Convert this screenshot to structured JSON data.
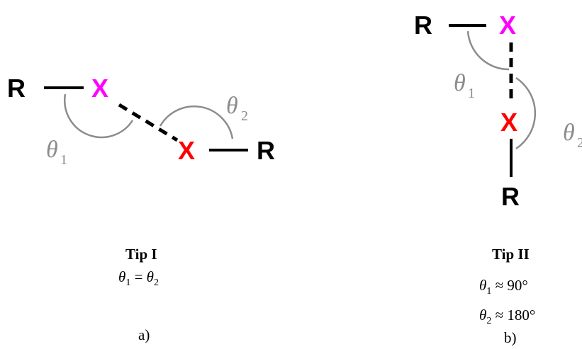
{
  "colors": {
    "r_atom": "#000000",
    "x_magenta": "#ff00ff",
    "x_red": "#ff0000",
    "angle_gray": "#8c8c8c",
    "bond": "#000000"
  },
  "atoms": {
    "r": "R",
    "x": "X"
  },
  "angles": {
    "theta": "θ",
    "sub1": "1",
    "sub2": "2"
  },
  "panel_a": {
    "title": "Tip I",
    "eq_theta1": "θ",
    "eq_sub1": "1",
    "eq_rel": " = ",
    "eq_theta2": "θ",
    "eq_sub2": "2",
    "label": "a)"
  },
  "panel_b": {
    "title": "Tip II",
    "line1_theta": "θ",
    "line1_sub": "1",
    "line1_rest": " ≈ 90°",
    "line2_theta": "θ",
    "line2_sub": "2",
    "line2_rest": " ≈ 180°",
    "label": "b)"
  }
}
